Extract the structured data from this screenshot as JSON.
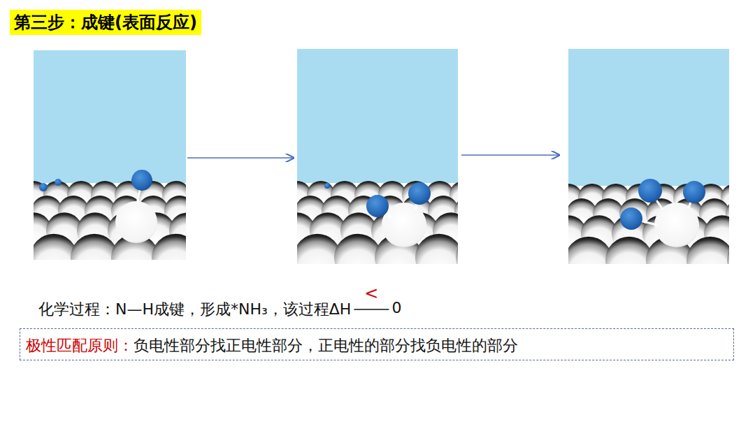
{
  "diagram": {
    "title": "第三步：成键(表面反应)",
    "nodes": [
      {
        "text": [
          "极性匹配原则：",
          "负电性部分找正电性部分，正电性的部分找负电性的部分"
        ]
      }
    ],
    "labels": [
      "化学过程：N—H成键，形成*NH₃，该过程ΔH",
      "<",
      "0"
    ]
  }
}
